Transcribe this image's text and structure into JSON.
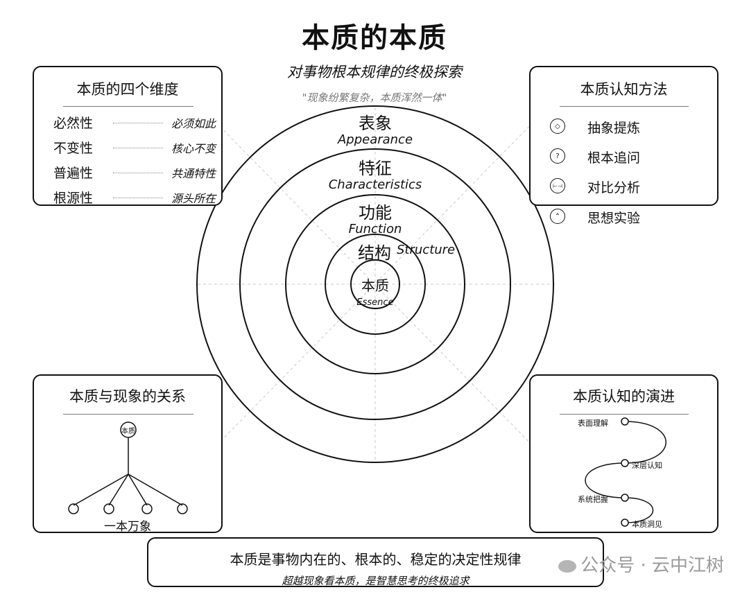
{
  "header": {
    "title": "本质的本质",
    "subtitle": "对事物根本规律的终极探索",
    "quote": "\"现象纷繁复杂，本质浑然一体\""
  },
  "rings": {
    "appearance": {
      "zh": "表象",
      "en": "Appearance"
    },
    "characteristics": {
      "zh": "特征",
      "en": "Characteristics"
    },
    "function": {
      "zh": "功能",
      "en": "Function"
    },
    "structure": {
      "zh": "结构",
      "en": "Structure"
    },
    "essence": {
      "zh": "本质",
      "en": "Essence"
    }
  },
  "dimensions": {
    "title": "本质的四个维度",
    "items": [
      {
        "name": "必然性",
        "desc": "必须如此"
      },
      {
        "name": "不变性",
        "desc": "核心不变"
      },
      {
        "name": "普遍性",
        "desc": "共通特性"
      },
      {
        "name": "根源性",
        "desc": "源头所在"
      }
    ]
  },
  "methods": {
    "title": "本质认知方法",
    "items": [
      {
        "icon": "diamond-icon",
        "glyph": "◇",
        "label": "抽象提炼"
      },
      {
        "icon": "question-icon",
        "glyph": "?",
        "label": "根本追问"
      },
      {
        "icon": "compare-icon",
        "glyph": "⊢⊣",
        "label": "对比分析"
      },
      {
        "icon": "experiment-icon",
        "glyph": "⌃",
        "label": "思想实验"
      }
    ]
  },
  "relation": {
    "title": "本质与现象的关系",
    "root_label": "本质",
    "caption": "一本万象"
  },
  "evolution": {
    "title": "本质认知的演进",
    "stages": [
      "表面理解",
      "深层认知",
      "系统把握",
      "本质洞见"
    ]
  },
  "bottom": {
    "main": "本质是事物内在的、根本的、稳定的决定性规律",
    "sub": "超越现象看本质，是智慧思考的终极追求"
  },
  "watermark": "公众号 · 云中江树"
}
